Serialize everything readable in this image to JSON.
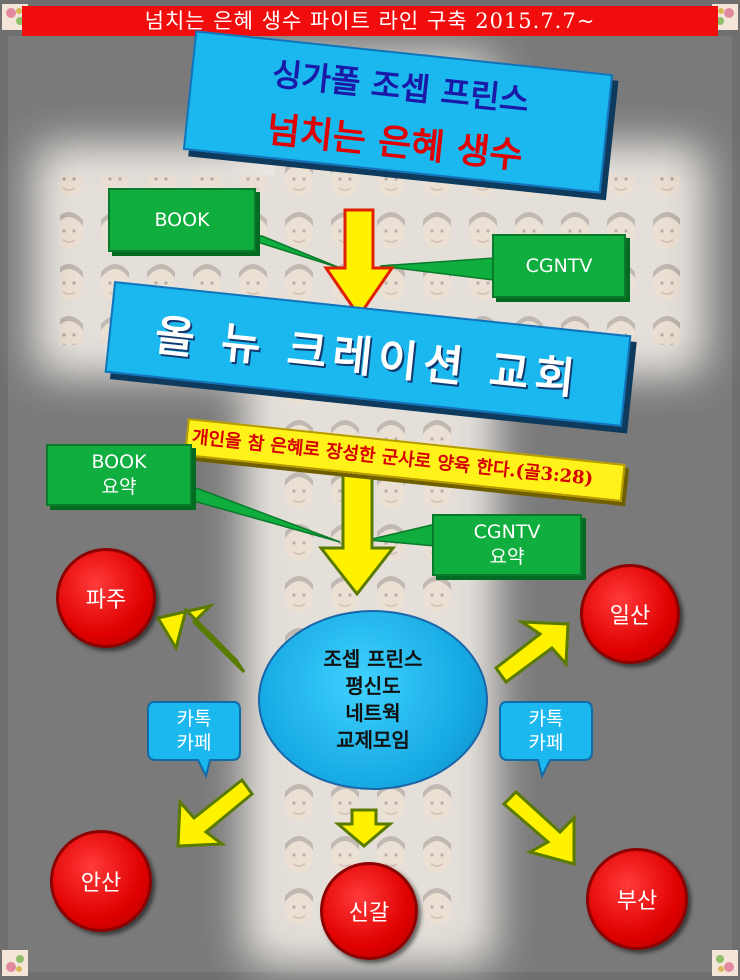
{
  "banner": {
    "text": "넘치는 은혜 생수 파이트 라인 구축 2015.7.7~"
  },
  "header_card": {
    "line1": "싱가폴 조셉 프린스",
    "line2": "넘치는 은혜 생수"
  },
  "book_card": {
    "label": "BOOK"
  },
  "cgntv_card": {
    "label": "CGNTV"
  },
  "church_card": {
    "label": "올 뉴 크레이션 교회"
  },
  "mission_strip": {
    "text": "개인을 참 은혜로 장성한 군사로 양육 한다.(골3:28)"
  },
  "book_summary_card": {
    "line1": "BOOK",
    "line2": "요약"
  },
  "cgntv_summary_card": {
    "line1": "CGNTV",
    "line2": "요약"
  },
  "center_node": {
    "lines": [
      "조셉 프린스",
      "평신도",
      "네트웍",
      "교제모임"
    ]
  },
  "chat_bubbles": [
    {
      "line1": "카톡",
      "line2": "카페"
    },
    {
      "line1": "카톡",
      "line2": "카페"
    }
  ],
  "locations": {
    "paju": "파주",
    "ilsan": "일산",
    "ansan": "안산",
    "singal": "신갈",
    "busan": "부산"
  },
  "colors": {
    "banner": "#f20d0d",
    "blue_card": "#1ab8ee",
    "green_card": "#0fae3e",
    "yellow_arrow": "#fff200",
    "red_node": "#e00000",
    "mission_strip": "#fff21a"
  }
}
